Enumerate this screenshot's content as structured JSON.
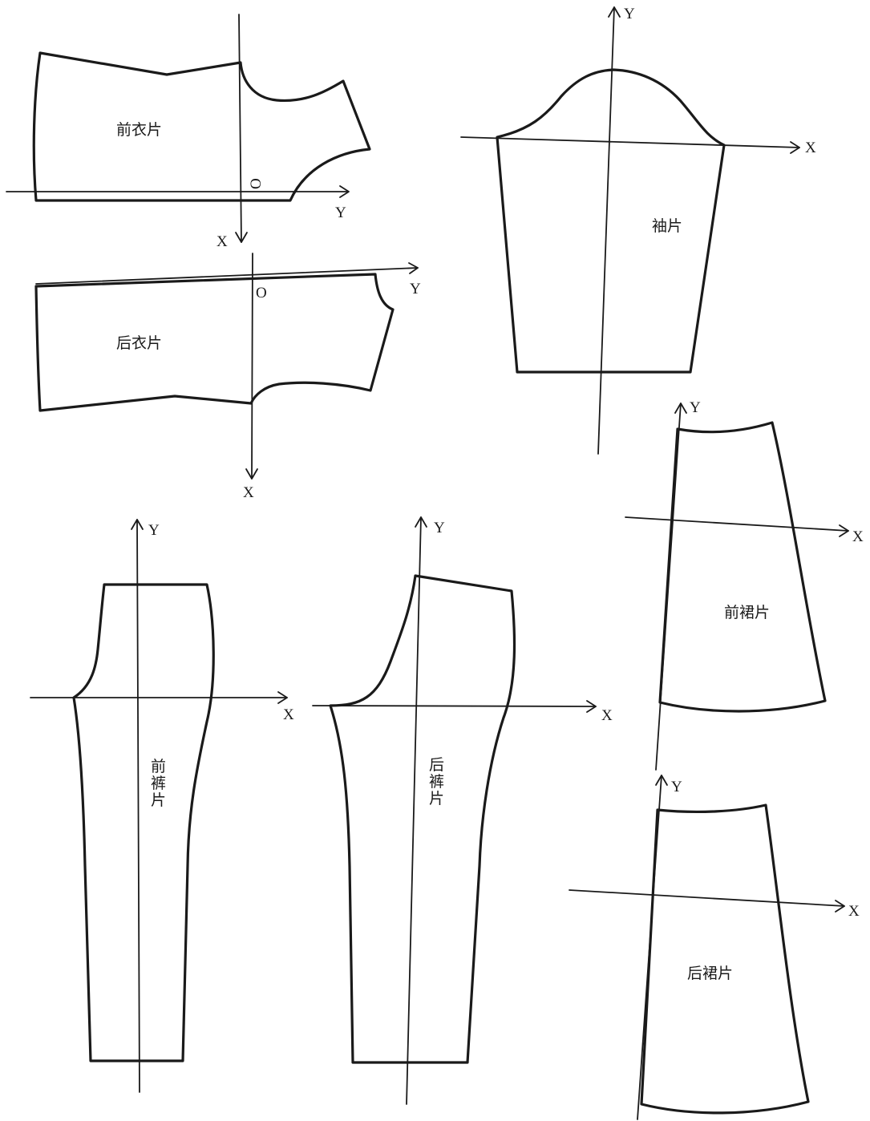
{
  "pieces": {
    "front_bodice": "前衣片",
    "back_bodice": "后衣片",
    "sleeve": "袖片",
    "front_trouser_1": "前",
    "front_trouser_2": "裤",
    "front_trouser_3": "片",
    "back_trouser_1": "后",
    "back_trouser_2": "裤",
    "back_trouser_3": "片",
    "front_skirt": "前裙片",
    "back_skirt": "后裙片"
  },
  "axes": {
    "front_bodice": {
      "y": "Y",
      "x": "X",
      "origin": "O"
    },
    "back_bodice": {
      "y": "Y",
      "x": "X",
      "origin": "O"
    },
    "sleeve": {
      "y": "Y",
      "x": "X"
    },
    "front_trouser": {
      "y": "Y",
      "x": "X"
    },
    "back_trouser": {
      "y": "Y",
      "x": "X"
    },
    "front_skirt": {
      "y": "Y",
      "x": "X"
    },
    "back_skirt": {
      "y": "Y",
      "x": "X"
    }
  },
  "colors": {
    "line": "#1a1a1a",
    "background": "#ffffff"
  }
}
